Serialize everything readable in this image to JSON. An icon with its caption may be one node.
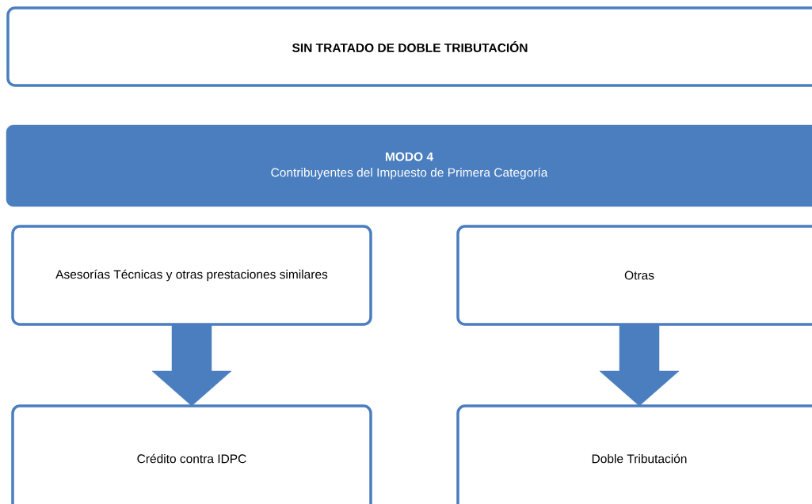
{
  "diagram": {
    "nodes": [
      {
        "text": [
          "SIN TRATADO DE DOBLE TRIBUTACIÓN"
        ]
      },
      {
        "text": [
          "MODO 4",
          "Contribuyentes del Impuesto de Primera Categoría"
        ]
      },
      {
        "text": [
          "Asesorías Técnicas y otras prestaciones similares"
        ]
      },
      {
        "text": [
          "Otras"
        ]
      },
      {
        "text": [
          "Crédito contra IDPC"
        ]
      },
      {
        "text": [
          "Doble Tributación"
        ]
      }
    ],
    "edges": [
      {
        "from": 2,
        "to": 4,
        "arrow": "to"
      },
      {
        "from": 3,
        "to": 5,
        "arrow": "to"
      }
    ]
  }
}
